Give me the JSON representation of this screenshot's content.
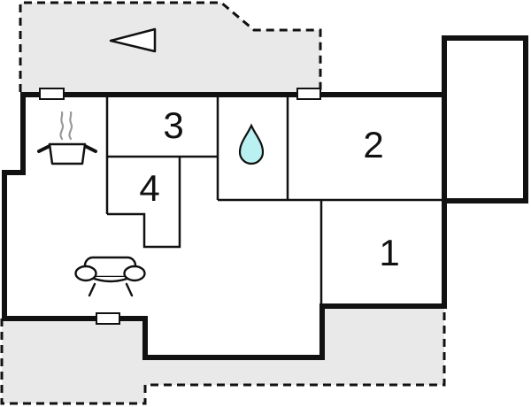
{
  "rooms": [
    {
      "label": "1"
    },
    {
      "label": "2"
    },
    {
      "label": "3"
    },
    {
      "label": "4"
    }
  ],
  "icons": {
    "direction_arrow": "left-arrow-icon",
    "kitchen": "cooking-pot-icon",
    "bathroom": "water-drop-icon",
    "living_room": "sofa-icon"
  },
  "colors": {
    "background": "#ffffff",
    "wall": "#111111",
    "terrace_fill": "#e9e9e9",
    "water_drop": "#b9f0f2",
    "steam": "#999999"
  }
}
